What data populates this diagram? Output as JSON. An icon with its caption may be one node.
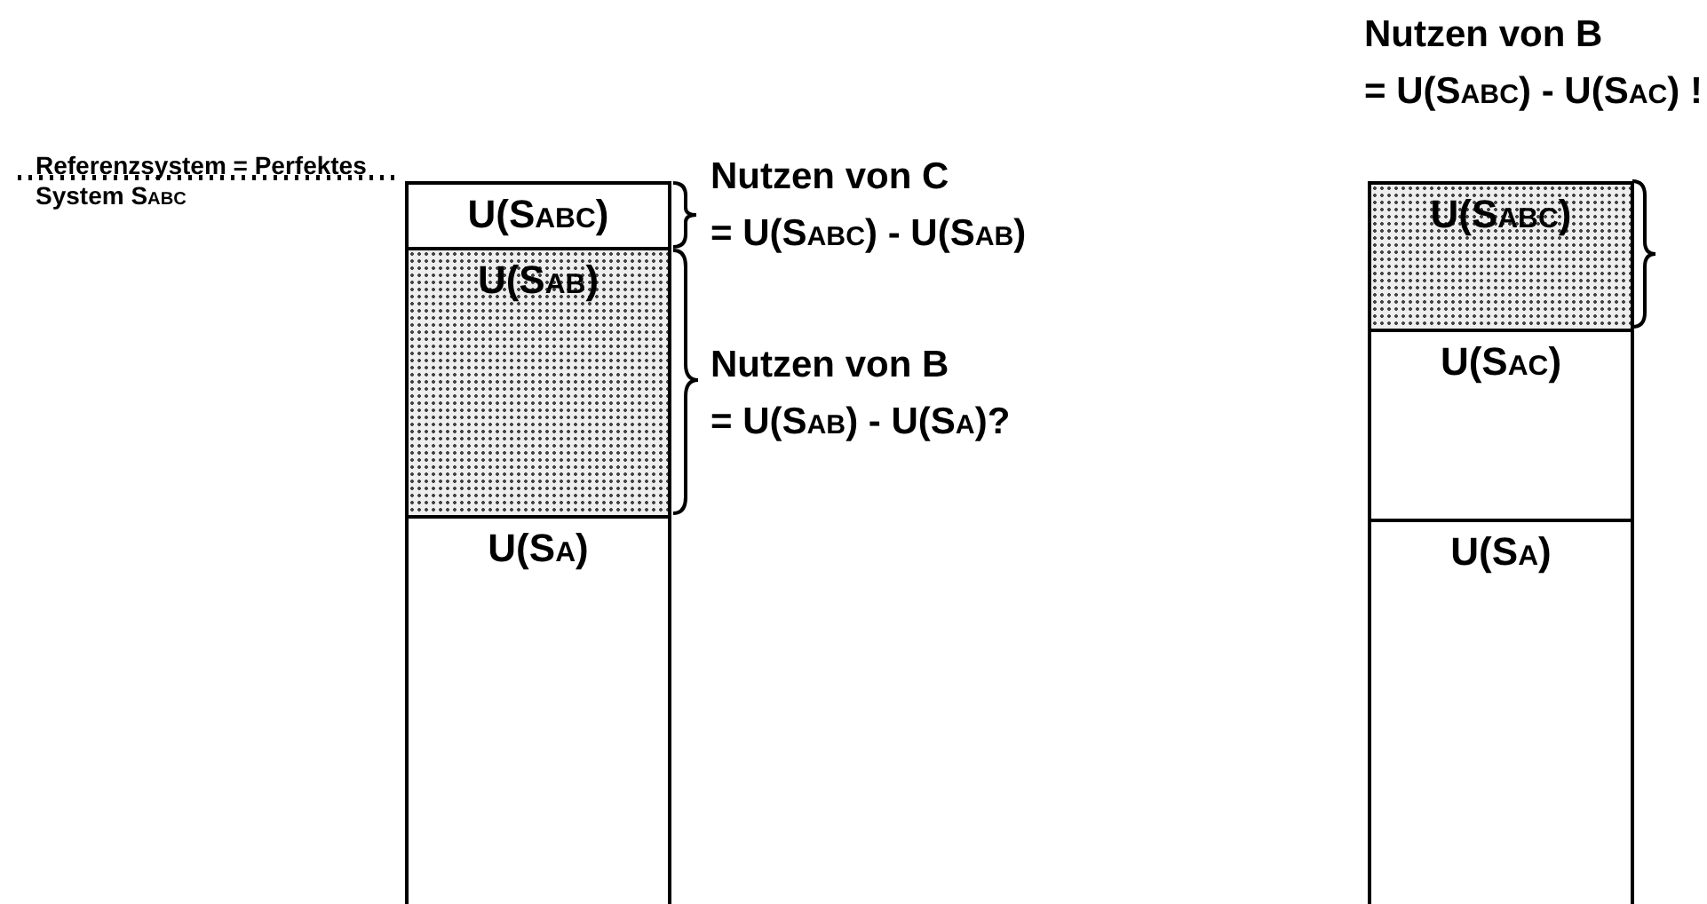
{
  "diagram": {
    "nodes": [
      {
        "text": [
          "U(S$_{ABC}$)"
        ]
      },
      {
        "text": [
          "U(S$_{AB}$)"
        ]
      },
      {
        "text": [
          "U(S$_{A}$)"
        ]
      },
      {
        "text": [
          "U(S$_{ABC}$)"
        ]
      },
      {
        "text": [
          "U(S$_{AC}$)"
        ]
      },
      {
        "text": [
          "U(S$_{A}$)"
        ]
      }
    ],
    "edges": [],
    "labels": [
      "Nutzen von B",
      "= U(S$_{ABC}$) - U(S$_{AC}$) !",
      "Referenzsystem = Perfektes System S$_{ABC}$",
      "Nutzen von C",
      "= U(S$_{ABC}$) - U(S$_{AB}$)",
      "Nutzen von B",
      "= U(S$_{AB}$) - U(S$_{A}$)?"
    ]
  }
}
